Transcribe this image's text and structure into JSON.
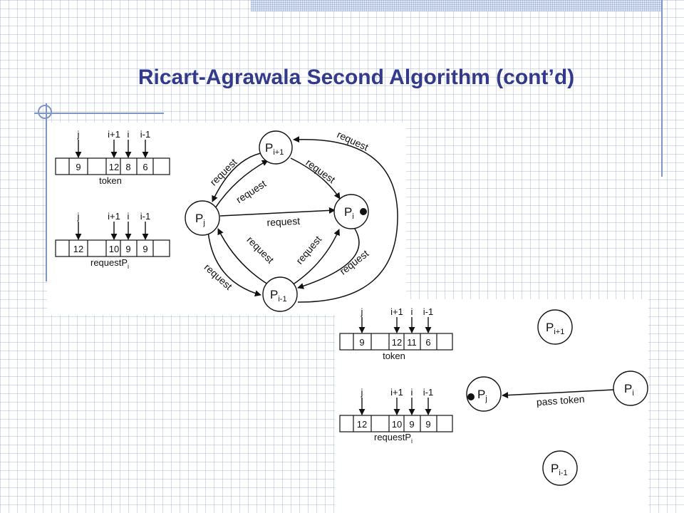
{
  "slide": {
    "title_prefix": "Ricart-Agrawala Second Algorithm (cont",
    "title_apostrophe": "’",
    "title_suffix": "d)"
  },
  "figure_top": {
    "token": {
      "pointer_labels": [
        "j",
        "i+1",
        "i",
        "i-1"
      ],
      "cells": [
        "",
        "9",
        "",
        "12",
        "8",
        "6",
        ""
      ],
      "caption": "token"
    },
    "request": {
      "pointer_labels": [
        "j",
        "i+1",
        "i",
        "i-1"
      ],
      "cells": [
        "",
        "12",
        "",
        "10",
        "9",
        "9",
        ""
      ],
      "caption_main": "request",
      "caption_sub_p": "P",
      "caption_sub_i": "i"
    },
    "nodes": {
      "pi_plus_1": {
        "main": "P",
        "sub": "i+1"
      },
      "pj": {
        "main": "P",
        "sub": "j"
      },
      "pi": {
        "main": "P",
        "sub": "i"
      },
      "pi_minus_1": {
        "main": "P",
        "sub": "i-1"
      }
    },
    "edge_label": "request"
  },
  "figure_bottom": {
    "token": {
      "pointer_labels": [
        "j",
        "i+1",
        "i",
        "i-1"
      ],
      "cells": [
        "",
        "9",
        "",
        "12",
        "11",
        "6",
        ""
      ],
      "caption": "token"
    },
    "request": {
      "pointer_labels": [
        "j",
        "i+1",
        "i",
        "i-1"
      ],
      "cells": [
        "",
        "12",
        "",
        "10",
        "9",
        "9",
        ""
      ],
      "caption_main": "request",
      "caption_sub_p": "P",
      "caption_sub_i": "i"
    },
    "nodes": {
      "pi_plus_1": {
        "main": "P",
        "sub": "i+1"
      },
      "pj": {
        "main": "P",
        "sub": "j"
      },
      "pi": {
        "main": "P",
        "sub": "i"
      },
      "pi_minus_1": {
        "main": "P",
        "sub": "i-1"
      }
    },
    "edge_label": "pass token"
  }
}
